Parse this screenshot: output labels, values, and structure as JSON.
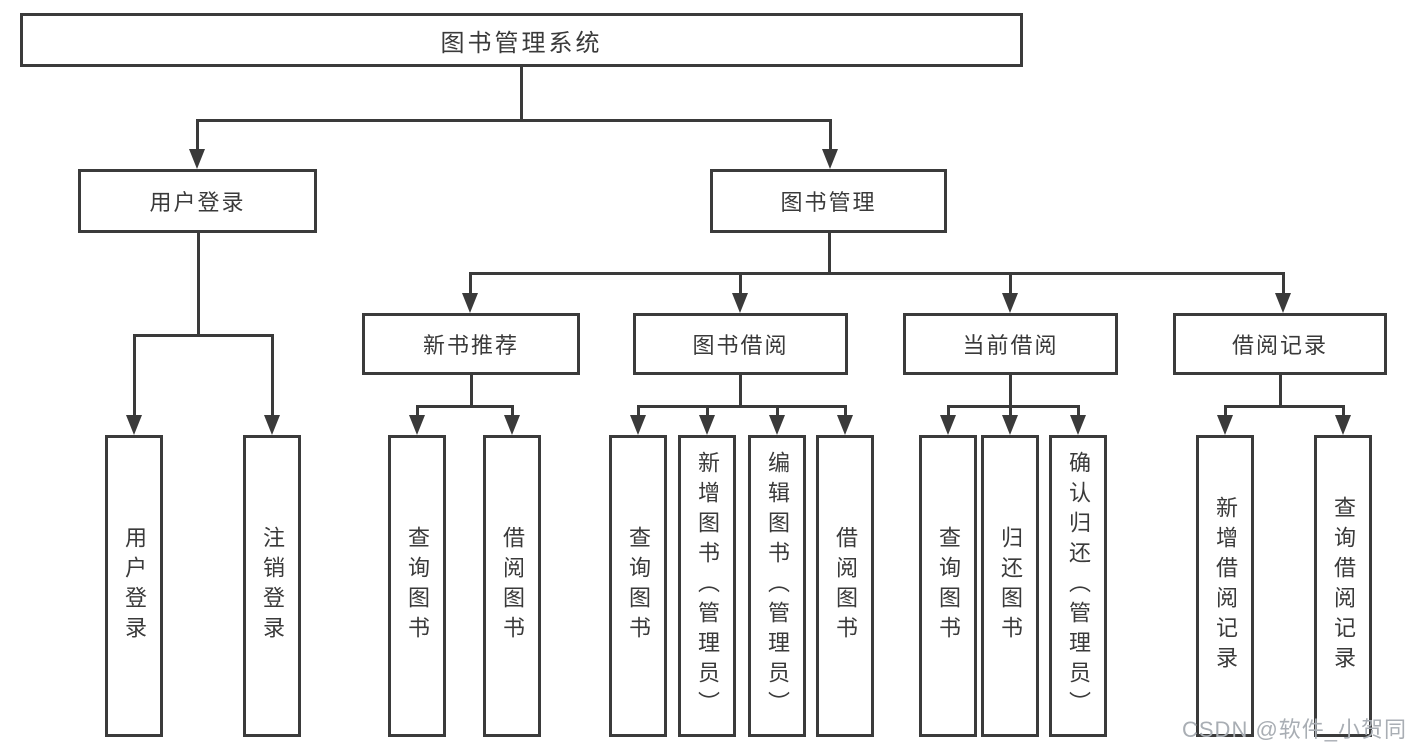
{
  "diagram": {
    "watermark": "CSDN @软件_小贺同学",
    "colors": {
      "line": "#3a3a3a",
      "border": "#3b3b3b",
      "text": "#3a3a3a",
      "background": "#ffffff",
      "watermark": "#a9aeb4"
    },
    "nodes": {
      "root": {
        "label": "图书管理系统"
      },
      "user_login": {
        "label": "用户登录"
      },
      "book_mgmt": {
        "label": "图书管理"
      },
      "new_book_rec": {
        "label": "新书推荐"
      },
      "book_borrow": {
        "label": "图书借阅"
      },
      "current_borrow": {
        "label": "当前借阅"
      },
      "borrow_records": {
        "label": "借阅记录"
      },
      "leaf_login": {
        "label": "用户登录"
      },
      "leaf_logout": {
        "label": "注销登录"
      },
      "leaf_nb_query": {
        "label": "查询图书"
      },
      "leaf_nb_borrow": {
        "label": "借阅图书"
      },
      "leaf_bb_query": {
        "label": "查询图书"
      },
      "leaf_bb_add": {
        "label": "新增图书（管理员）"
      },
      "leaf_bb_edit": {
        "label": "编辑图书（管理员）"
      },
      "leaf_bb_borrow": {
        "label": "借阅图书"
      },
      "leaf_cb_query": {
        "label": "查询图书"
      },
      "leaf_cb_return": {
        "label": "归还图书"
      },
      "leaf_cb_confirm": {
        "label": "确认归还（管理员）"
      },
      "leaf_br_add": {
        "label": "新增借阅记录"
      },
      "leaf_br_query": {
        "label": "查询借阅记录"
      }
    },
    "structure": {
      "root": [
        "user_login",
        "book_mgmt"
      ],
      "user_login": [
        "leaf_login",
        "leaf_logout"
      ],
      "book_mgmt": [
        "new_book_rec",
        "book_borrow",
        "current_borrow",
        "borrow_records"
      ],
      "new_book_rec": [
        "leaf_nb_query",
        "leaf_nb_borrow"
      ],
      "book_borrow": [
        "leaf_bb_query",
        "leaf_bb_add",
        "leaf_bb_edit",
        "leaf_bb_borrow"
      ],
      "current_borrow": [
        "leaf_cb_query",
        "leaf_cb_return",
        "leaf_cb_confirm"
      ],
      "borrow_records": [
        "leaf_br_add",
        "leaf_br_query"
      ]
    }
  }
}
